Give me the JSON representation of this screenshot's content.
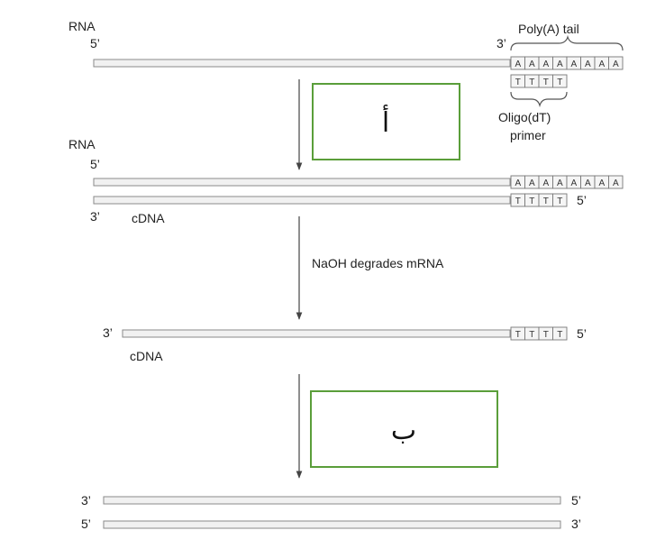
{
  "labels": {
    "rna": "RNA",
    "five_prime": "5’",
    "three_prime": "3’",
    "poly_a_tail": "Poly(A) tail",
    "oligo_line1": "Oligo(dT)",
    "oligo_line2": "primer",
    "cdna": "cDNA",
    "naoh": "NaOH degrades mRNA"
  },
  "bases": {
    "a": "A",
    "t": "T"
  },
  "boxes": {
    "step_a": "أ",
    "step_b": "ب"
  },
  "colors": {
    "box_border": "#5a9e3a",
    "strand_fill": "#f1f1f1",
    "strand_stroke": "#8a8a8a"
  }
}
